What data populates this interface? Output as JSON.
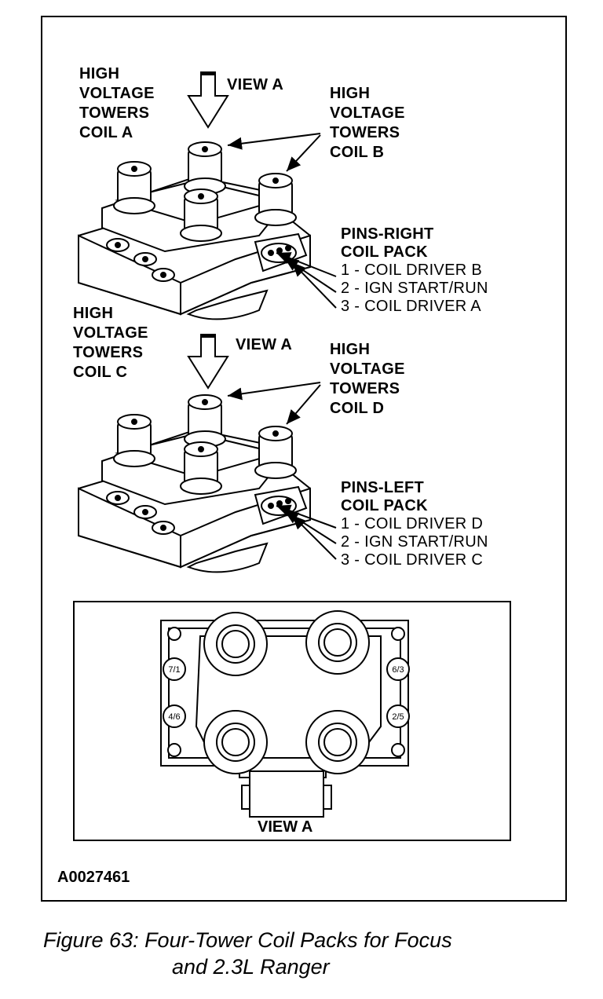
{
  "top": {
    "view_label": "VIEW A",
    "coil_a": [
      "HIGH",
      "VOLTAGE",
      "TOWERS",
      "COIL A"
    ],
    "coil_b": [
      "HIGH",
      "VOLTAGE",
      "TOWERS",
      "COIL B"
    ],
    "pins_title": [
      "PINS-RIGHT",
      "COIL PACK"
    ],
    "pins": [
      "1 - COIL DRIVER B",
      "2 - IGN START/RUN",
      "3 - COIL DRIVER A"
    ]
  },
  "bottom": {
    "view_label": "VIEW A",
    "coil_c": [
      "HIGH",
      "VOLTAGE",
      "TOWERS",
      "COIL C"
    ],
    "coil_d": [
      "HIGH",
      "VOLTAGE",
      "TOWERS",
      "COIL D"
    ],
    "pins_title": [
      "PINS-LEFT",
      "COIL PACK"
    ],
    "pins": [
      "1 - COIL DRIVER D",
      "2 - IGN START/RUN",
      "3 - COIL DRIVER C"
    ]
  },
  "view_a": {
    "label": "VIEW A",
    "labels": [
      "7/1",
      "6/3",
      "4/6",
      "2/5"
    ]
  },
  "figure_id": "A0027461",
  "caption": [
    "Figure 63: Four-Tower Coil Packs for Focus",
    "and 2.3L Ranger"
  ]
}
